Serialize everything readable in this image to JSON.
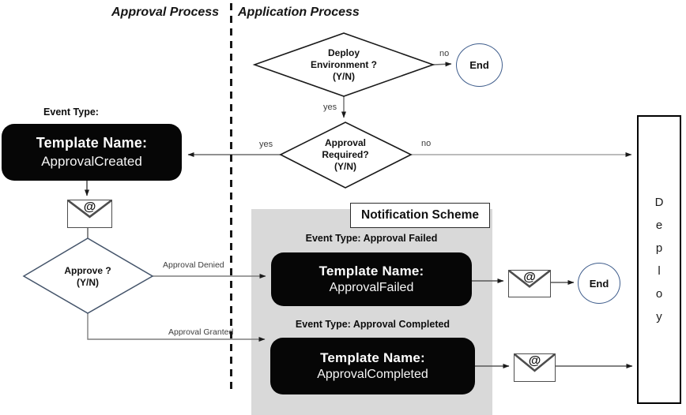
{
  "header": {
    "approval_lane": "Approval Process",
    "application_lane": "Application Process"
  },
  "decisions": {
    "deploy_environment": "Deploy\nEnvironment ?\n(Y/N)",
    "approval_required": "Approval\nRequired?\n(Y/N)",
    "approve": "Approve ?\n(Y/N)"
  },
  "templates": {
    "created": {
      "event_type": "Event Type:",
      "title": "Template Name:",
      "name": "ApprovalCreated"
    },
    "failed": {
      "event_type": "Event Type: Approval Failed",
      "title": "Template Name:",
      "name": "ApprovalFailed"
    },
    "completed": {
      "event_type": "Event Type: Approval Completed",
      "title": "Template Name:",
      "name": "ApprovalCompleted"
    }
  },
  "notification_scheme": {
    "title": "Notification Scheme"
  },
  "terminators": {
    "end_top": "End",
    "end_failed": "End"
  },
  "deploy": {
    "letters": [
      "D",
      "e",
      "p",
      "l",
      "o",
      "y"
    ]
  },
  "edge_labels": {
    "deploy_env_no": "no",
    "deploy_env_yes": "yes",
    "approval_required_yes": "yes",
    "approval_required_no": "no",
    "approval_denied": "Approval Denied",
    "approval_granted": "Approval Granted"
  },
  "icons": {
    "email_at": "@"
  },
  "colors": {
    "node_black": "#060606",
    "gray_region": "#d9d9d9",
    "approve_diamond_outline": "#44546a",
    "end_circle_outline": "#3f5d8c"
  }
}
